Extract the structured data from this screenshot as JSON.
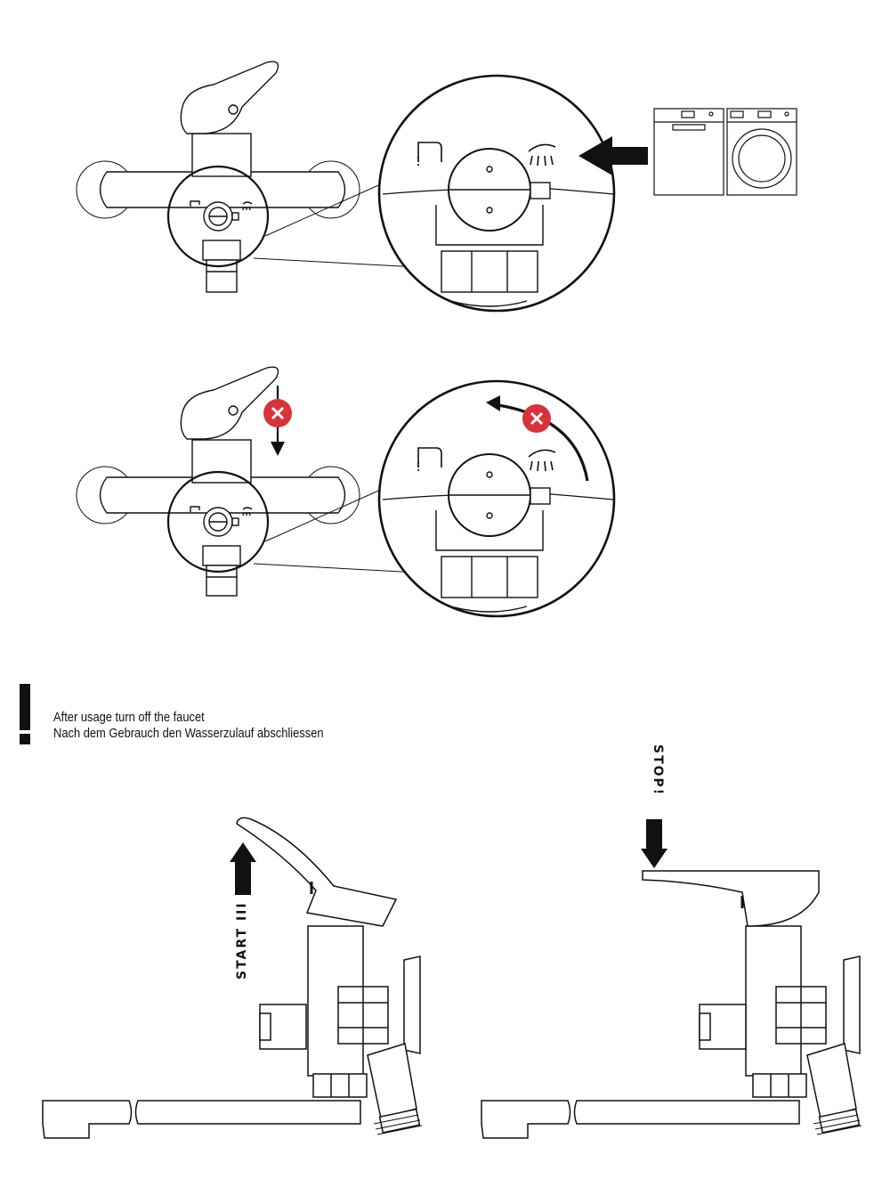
{
  "instructions": {
    "line_en": "After usage turn off the faucet",
    "line_de": "Nach dem Gebrauch den Wasserzulauf abschliessen"
  },
  "labels": {
    "start": "START III",
    "stop": "STOP!"
  },
  "icons": {
    "warning": "exclamation-icon",
    "forbidden": "red-x-icon",
    "spout": "spout-outlet-icon",
    "shower": "shower-outlet-icon",
    "appliances": "dishwasher-washing-machine-icon"
  },
  "colors": {
    "line": "#111111",
    "forbidden": "#d8333a",
    "background": "#ffffff"
  }
}
